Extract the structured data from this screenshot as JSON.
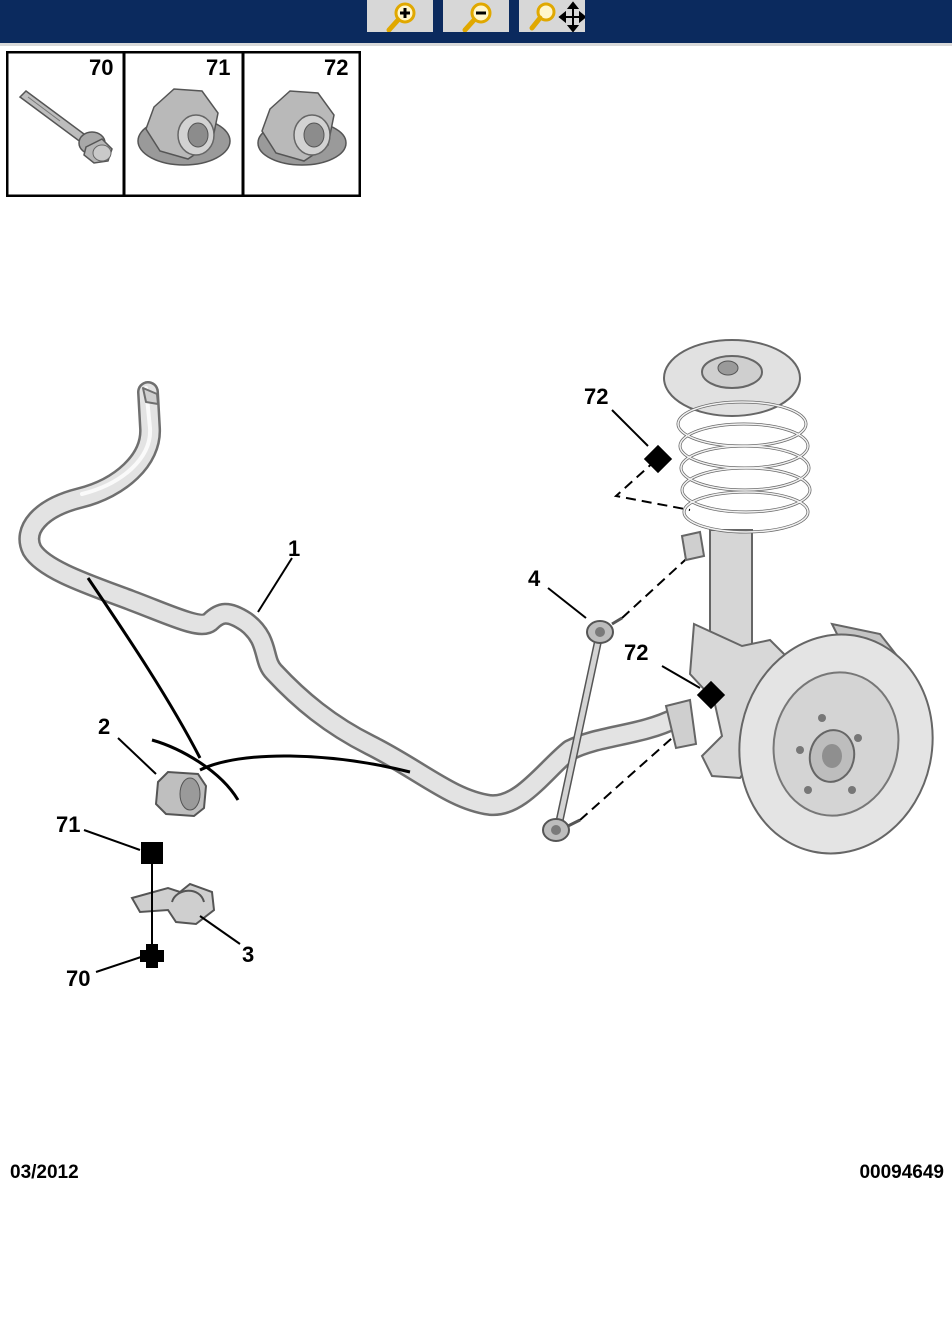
{
  "toolbar": {
    "buttons": [
      {
        "name": "zoom-in",
        "icon": "zoom-in-icon"
      },
      {
        "name": "zoom-out",
        "icon": "zoom-out-icon"
      },
      {
        "name": "zoom-pan",
        "icon": "zoom-pan-icon"
      }
    ],
    "colors": {
      "bar": "#0b2a5e",
      "button": "#d7d7d7",
      "icon": "#f2c200"
    }
  },
  "legend": {
    "cells": [
      {
        "number": "70",
        "part": "bolt"
      },
      {
        "number": "71",
        "part": "nut"
      },
      {
        "number": "72",
        "part": "nut"
      }
    ]
  },
  "callouts": {
    "c72_top": "72",
    "c1": "1",
    "c4": "4",
    "c72_mid": "72",
    "c2": "2",
    "c71": "71",
    "c3": "3",
    "c70": "70"
  },
  "footer": {
    "date": "03/2012",
    "code": "00094649"
  }
}
